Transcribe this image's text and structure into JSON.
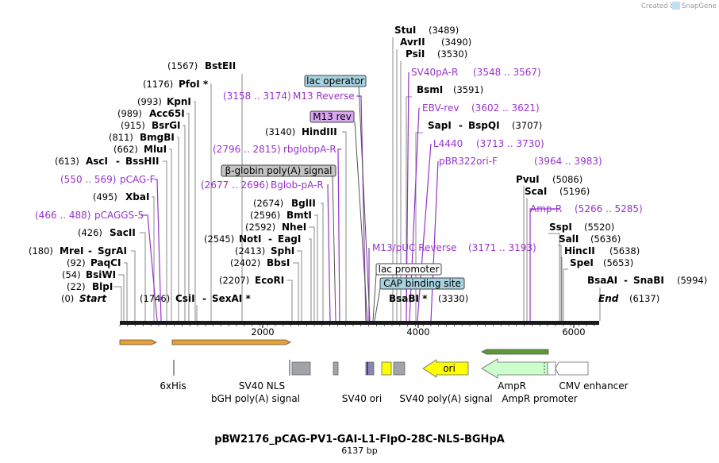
{
  "app": {
    "credit": "Created by",
    "brand": "SnapGene"
  },
  "title": "pBW2176_pCAG-PV1-GAI-L1-FlpO-28C-NLS-BGHpA",
  "length_label": "6137 bp",
  "axis_ticks": [
    "2000",
    "4000",
    "6000"
  ],
  "cut_sites": [
    {
      "pos": "(0)",
      "name": "Start",
      "italic": true
    },
    {
      "pos": "(22)",
      "name": "BlpI"
    },
    {
      "pos": "(54)",
      "name": "BsiWI"
    },
    {
      "pos": "(92)",
      "name": "PaqCI"
    },
    {
      "pos": "(180)",
      "name": "MreI",
      "name2": "SgrAI"
    },
    {
      "pos": "(426)",
      "name": "SacII"
    },
    {
      "pos": "(495)",
      "name": "XbaI"
    },
    {
      "pos": "(613)",
      "name": "AscI",
      "name2": "BssHII"
    },
    {
      "pos": "(662)",
      "name": "MluI"
    },
    {
      "pos": "(811)",
      "name": "BmgBI"
    },
    {
      "pos": "(915)",
      "name": "BsrGI"
    },
    {
      "pos": "(989)",
      "name": "Acc65I"
    },
    {
      "pos": "(993)",
      "name": "KpnI"
    },
    {
      "pos": "(1176)",
      "name": "PfoI *"
    },
    {
      "pos": "(1567)",
      "name": "BstEII"
    },
    {
      "pos": "(1746)",
      "name": "CsiI",
      "name2": "SexAI *"
    },
    {
      "pos": "(2207)",
      "name": "EcoRI"
    },
    {
      "pos": "(2402)",
      "name": "BbsI"
    },
    {
      "pos": "(2413)",
      "name": "SphI"
    },
    {
      "pos": "(2545)",
      "name": "NotI",
      "name2": "EagI"
    },
    {
      "pos": "(2592)",
      "name": "NheI"
    },
    {
      "pos": "(2596)",
      "name": "BmtI"
    },
    {
      "pos": "(2674)",
      "name": "BglII"
    },
    {
      "pos": "(3140)",
      "name": "HindIII"
    },
    {
      "pos": "(3330)",
      "name": "BsaBI *"
    },
    {
      "pos": "(3489)",
      "name": "StuI"
    },
    {
      "pos": "(3490)",
      "name": "AvrII"
    },
    {
      "pos": "(3530)",
      "name": "PsiI"
    },
    {
      "pos": "(3591)",
      "name": "BsmI"
    },
    {
      "pos": "(3707)",
      "name": "SapI",
      "name2": "BspQI"
    },
    {
      "pos": "(5086)",
      "name": "PvuI"
    },
    {
      "pos": "(5196)",
      "name": "ScaI"
    },
    {
      "pos": "(5520)",
      "name": "SspI"
    },
    {
      "pos": "(5636)",
      "name": "SalI"
    },
    {
      "pos": "(5638)",
      "name": "HincII"
    },
    {
      "pos": "(5653)",
      "name": "SpeI"
    },
    {
      "pos": "(5994)",
      "name": "BsaAI",
      "name2": "SnaBI"
    },
    {
      "pos": "(6137)",
      "name": "End",
      "italic": true
    }
  ],
  "primers": [
    {
      "range": "(466 .. 488)",
      "name": "pCAGGS-5"
    },
    {
      "range": "(550 .. 569)",
      "name": "pCAG-F"
    },
    {
      "range": "(2677 .. 2696)",
      "name": "Bglob-pA-R"
    },
    {
      "range": "(2796 .. 2815)",
      "name": "rbglobpA-R"
    },
    {
      "range": "(3158 .. 3174)",
      "name": "M13 Reverse"
    },
    {
      "range": "(3171 .. 3193)",
      "name": "M13/pUC Reverse"
    },
    {
      "range": "(3548 .. 3567)",
      "name": "SV40pA-R"
    },
    {
      "range": "(3602 .. 3621)",
      "name": "EBV-rev"
    },
    {
      "range": "(3713 .. 3730)",
      "name": "L4440"
    },
    {
      "range": "(3964 .. 3983)",
      "name": "pBR322ori-F"
    },
    {
      "range": "(5266 .. 5285)",
      "name": "Amp-R"
    }
  ],
  "boxed_features": [
    {
      "name": "lac operator",
      "color": "#a6d2e0"
    },
    {
      "name": "M13 rev",
      "color": "#d9a6f0"
    },
    {
      "name": "β-globin poly(A) signal",
      "color": "#c4c4c4"
    },
    {
      "name": "lac promoter",
      "color": "#ffffff"
    },
    {
      "name": "CAP binding site",
      "color": "#a6d2e0"
    }
  ],
  "features": [
    {
      "name": "6xHis"
    },
    {
      "name": "SV40 NLS"
    },
    {
      "name": "bGH poly(A) signal"
    },
    {
      "name": "SV40 ori"
    },
    {
      "name": "SV40 poly(A) signal"
    },
    {
      "name": "ori"
    },
    {
      "name": "AmpR"
    },
    {
      "name": "AmpR promoter"
    },
    {
      "name": "CMV enhancer"
    }
  ],
  "colors": {
    "enzyme_line": "#888888",
    "primer": "#9933cc",
    "ori": "#ffff00",
    "ampr": "#ccffcc",
    "orf_arrow": "#e8a030",
    "grey_feature": "#a0a4a8"
  }
}
